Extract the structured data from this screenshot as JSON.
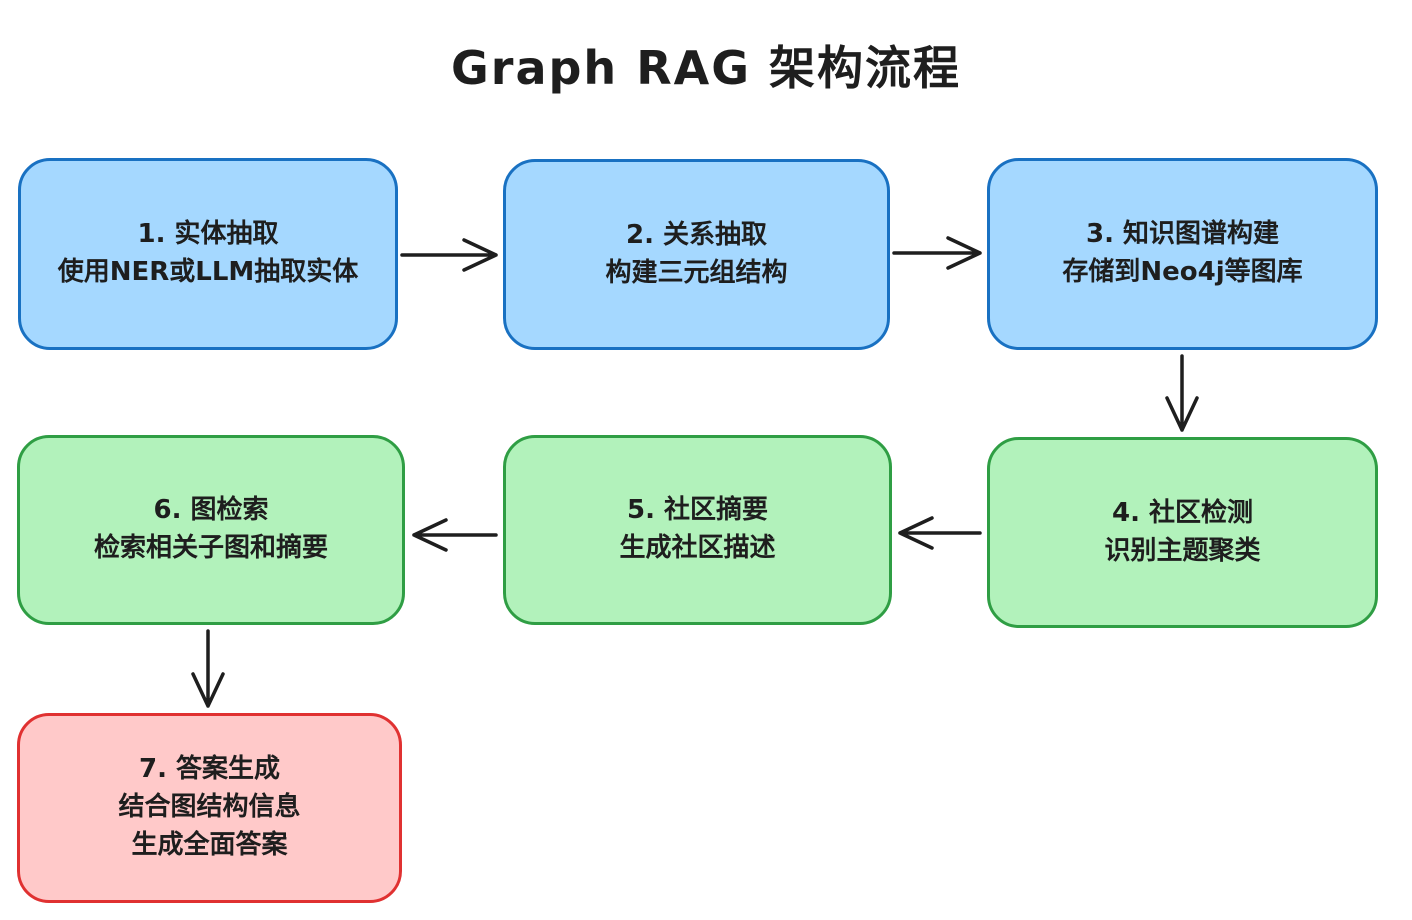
{
  "title": "Graph RAG 架构流程",
  "colors": {
    "blue_fill": "#a5d8ff",
    "blue_stroke": "#1971c2",
    "green_fill": "#b2f2bb",
    "green_stroke": "#2f9e44",
    "red_fill": "#ffc9c9",
    "red_stroke": "#e03131",
    "arrow": "#1e1e1e",
    "text": "#1e1e1e",
    "background": "#ffffff"
  },
  "nodes": [
    {
      "id": "step-1-entity-extraction",
      "color": "blue",
      "line1": "1. 实体抽取",
      "line2": "使用NER或LLM抽取实体"
    },
    {
      "id": "step-2-relation-extraction",
      "color": "blue",
      "line1": "2. 关系抽取",
      "line2": "构建三元组结构"
    },
    {
      "id": "step-3-kg-construction",
      "color": "blue",
      "line1": "3. 知识图谱构建",
      "line2": "存储到Neo4j等图库"
    },
    {
      "id": "step-4-community-detection",
      "color": "green",
      "line1": "4. 社区检测",
      "line2": "识别主题聚类"
    },
    {
      "id": "step-5-community-summary",
      "color": "green",
      "line1": "5. 社区摘要",
      "line2": "生成社区描述"
    },
    {
      "id": "step-6-graph-retrieval",
      "color": "green",
      "line1": "6. 图检索",
      "line2": "检索相关子图和摘要"
    },
    {
      "id": "step-7-answer-generation",
      "color": "red",
      "line1": "7. 答案生成",
      "line2": "结合图结构信息",
      "line3": "生成全面答案"
    }
  ],
  "edges": [
    {
      "from": "step-1-entity-extraction",
      "to": "step-2-relation-extraction",
      "direction": "right"
    },
    {
      "from": "step-2-relation-extraction",
      "to": "step-3-kg-construction",
      "direction": "right"
    },
    {
      "from": "step-3-kg-construction",
      "to": "step-4-community-detection",
      "direction": "down"
    },
    {
      "from": "step-4-community-detection",
      "to": "step-5-community-summary",
      "direction": "left"
    },
    {
      "from": "step-5-community-summary",
      "to": "step-6-graph-retrieval",
      "direction": "left"
    },
    {
      "from": "step-6-graph-retrieval",
      "to": "step-7-answer-generation",
      "direction": "down"
    }
  ]
}
